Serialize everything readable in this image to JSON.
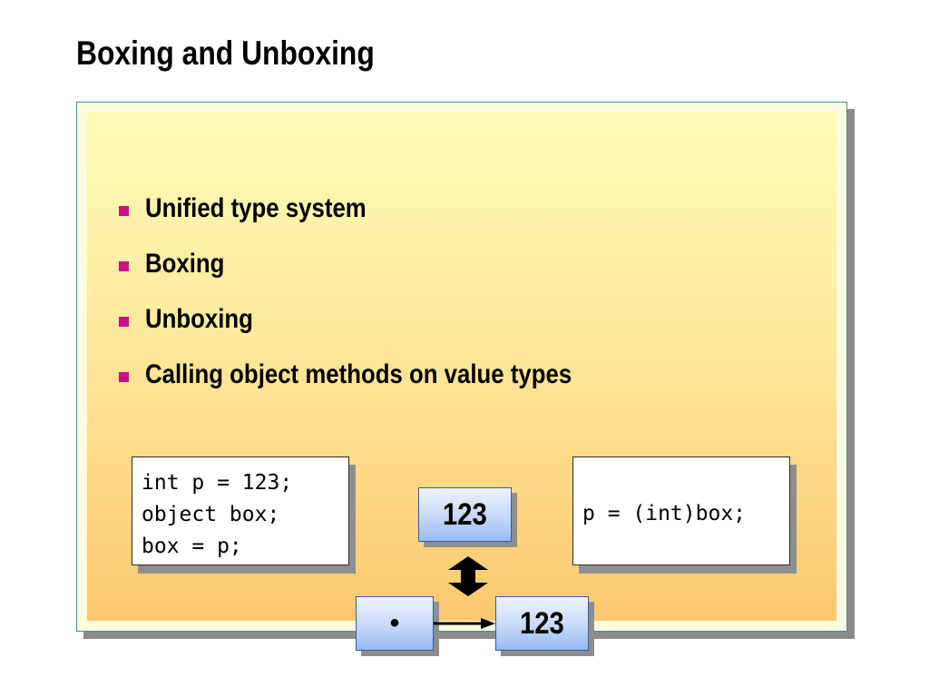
{
  "slide": {
    "title": "Boxing and Unboxing"
  },
  "bullets": [
    {
      "text": "Unified type system"
    },
    {
      "text": "Boxing"
    },
    {
      "text": "Unboxing"
    },
    {
      "text": "Calling object methods on value types"
    }
  ],
  "diagram": {
    "stack_code": [
      "int p = 123;",
      "object box;",
      "box = p;"
    ],
    "unbox_code": "p = (int)box;",
    "stack_value": "123",
    "reference_marker": "•",
    "heap_value": "123"
  },
  "colors": {
    "bullet": "#cc0f8a",
    "panel_border": "#3f9494",
    "value_box_border": "#2c5ea8"
  }
}
